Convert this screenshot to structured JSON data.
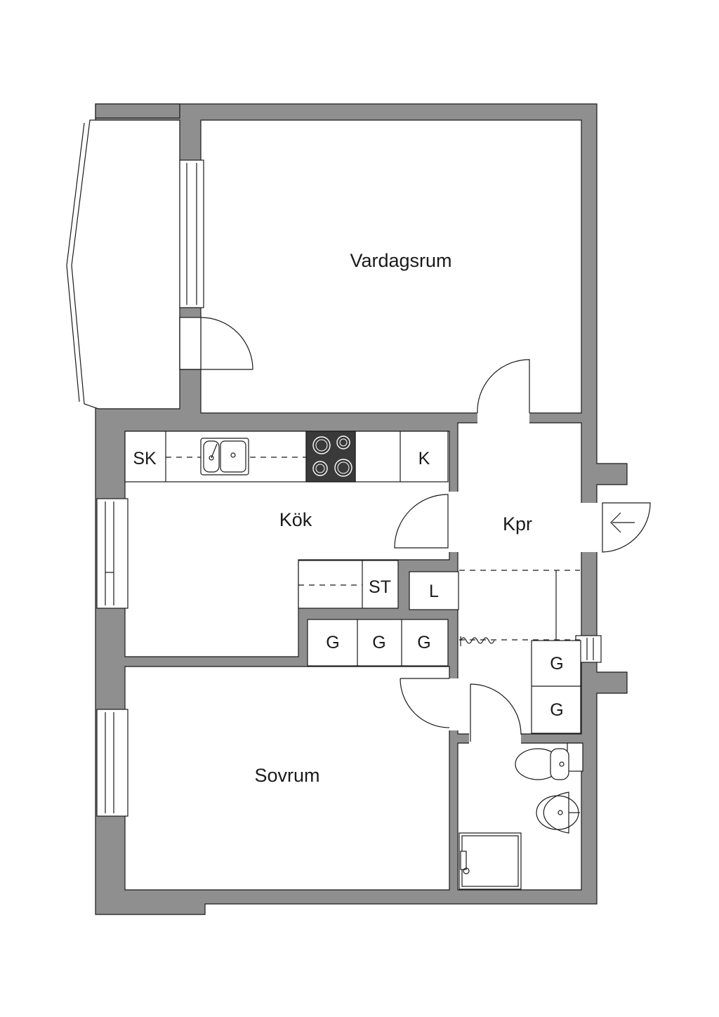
{
  "rooms": {
    "living": "Vardagsrum",
    "kitchen": "Kök",
    "hall": "Kpr",
    "bedroom": "Sovrum"
  },
  "fixtures": {
    "sk": "SK",
    "k": "K",
    "st": "ST",
    "l": "L",
    "g": "G"
  },
  "colors": {
    "wall": "#8f8f8f",
    "line": "#1a1a1a",
    "stove": "#3a3a3a",
    "background": "#ffffff"
  },
  "icons": [
    "entrance-arrow-icon",
    "sink-icon",
    "stove-icon",
    "toilet-icon",
    "washbasin-icon",
    "shower-icon",
    "radiator-icon"
  ]
}
